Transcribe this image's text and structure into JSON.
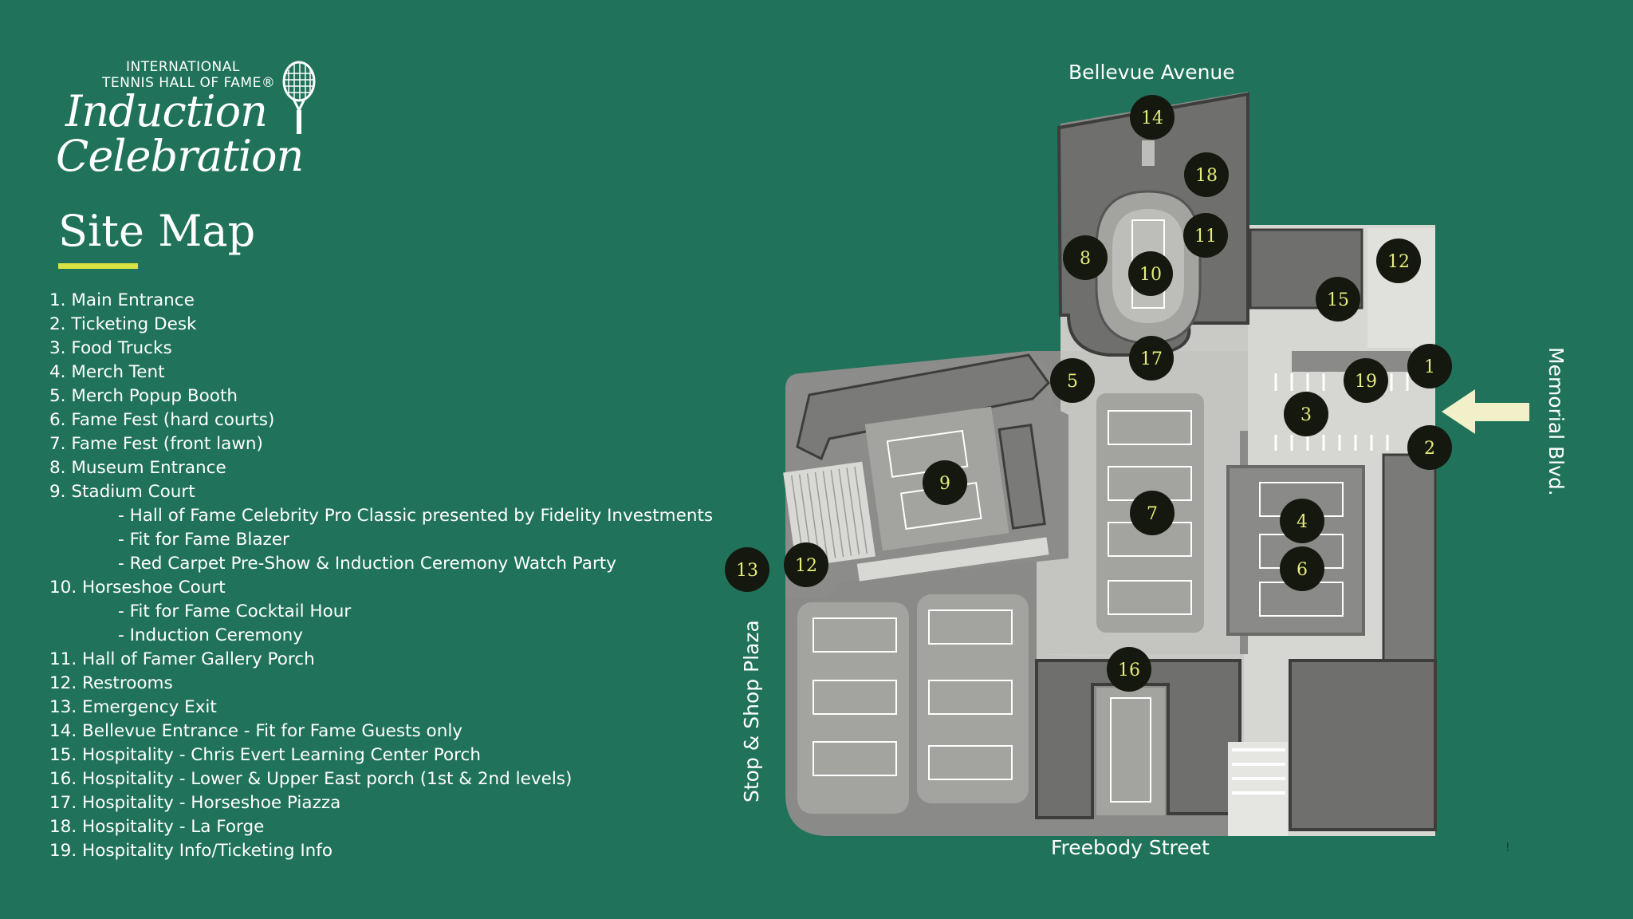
{
  "logo": {
    "line1": "INTERNATIONAL",
    "line2": "TENNIS HALL OF FAME®",
    "script1": "Induction",
    "script2": "Celebration",
    "icon": "tennis-racket-icon"
  },
  "title": "Site Map",
  "accent_color": "#d8e240",
  "background_color": "#20735a",
  "legend": [
    {
      "text": "1. Main Entrance",
      "sub": false
    },
    {
      "text": "2. Ticketing Desk",
      "sub": false
    },
    {
      "text": "3. Food Trucks",
      "sub": false
    },
    {
      "text": "4. Merch Tent",
      "sub": false
    },
    {
      "text": "5. Merch Popup Booth",
      "sub": false
    },
    {
      "text": "6. Fame Fest (hard courts)",
      "sub": false
    },
    {
      "text": "7. Fame Fest (front lawn)",
      "sub": false
    },
    {
      "text": "8. Museum Entrance",
      "sub": false
    },
    {
      "text": "9. Stadium Court",
      "sub": false
    },
    {
      "text": "- Hall of Fame Celebrity Pro Classic presented by Fidelity Investments",
      "sub": true
    },
    {
      "text": "- Fit for Fame Blazer",
      "sub": true
    },
    {
      "text": "- Red Carpet Pre-Show & Induction Ceremony Watch Party",
      "sub": true
    },
    {
      "text": "10. Horseshoe Court",
      "sub": false
    },
    {
      "text": "- Fit for Fame Cocktail Hour",
      "sub": true
    },
    {
      "text": "- Induction Ceremony",
      "sub": true
    },
    {
      "text": "11. Hall of Famer Gallery Porch",
      "sub": false
    },
    {
      "text": "12. Restrooms",
      "sub": false
    },
    {
      "text": "13. Emergency Exit",
      "sub": false
    },
    {
      "text": "14. Bellevue Entrance  - Fit for Fame Guests only",
      "sub": false
    },
    {
      "text": "15. Hospitality - Chris Evert Learning Center Porch",
      "sub": false
    },
    {
      "text": "16. Hospitality - Lower & Upper East porch (1st & 2nd levels)",
      "sub": false
    },
    {
      "text": "17. Hospitality - Horseshoe Piazza",
      "sub": false
    },
    {
      "text": "18. Hospitality - La Forge",
      "sub": false
    },
    {
      "text": "19. Hospitality Info/Ticketing Info",
      "sub": false
    }
  ],
  "streets": {
    "north": "Bellevue Avenue",
    "south": "Freebody Street",
    "east": "Memorial Blvd.",
    "west": "Stop & Shop Plaza"
  },
  "tiny_mark": "!",
  "markers": [
    "1",
    "2",
    "3",
    "4",
    "5",
    "6",
    "7",
    "8",
    "9",
    "10",
    "11",
    "12",
    "12",
    "13",
    "14",
    "15",
    "16",
    "17",
    "18",
    "19"
  ]
}
